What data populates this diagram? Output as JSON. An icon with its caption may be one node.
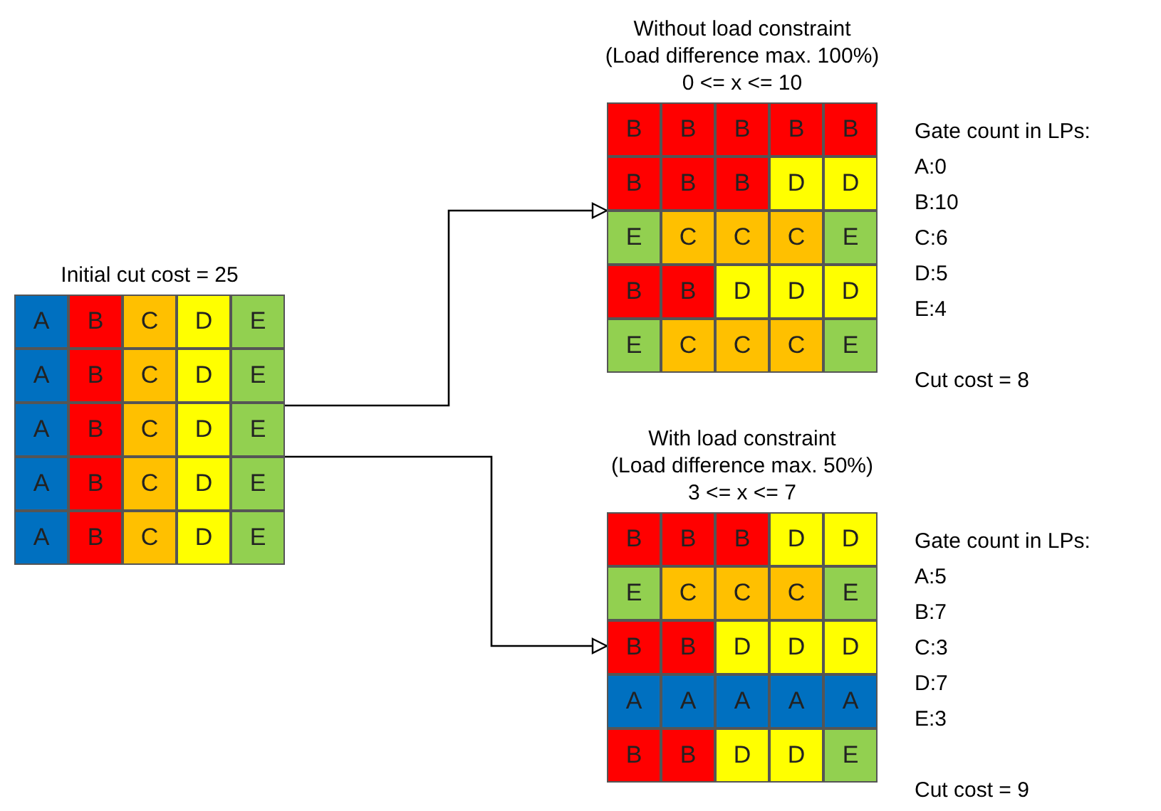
{
  "diagram": {
    "nodes": [
      {
        "text": [
          "Initial cut cost = 25"
        ]
      },
      {
        "text": [
          "A"
        ],
        "in": 0
      },
      {
        "text": [
          "B"
        ],
        "in": 0
      },
      {
        "text": [
          "C"
        ],
        "in": 0
      },
      {
        "text": [
          "D"
        ],
        "in": 0
      },
      {
        "text": [
          "E"
        ],
        "in": 0
      },
      {
        "text": [
          "A"
        ],
        "in": 0
      },
      {
        "text": [
          "B"
        ],
        "in": 0
      },
      {
        "text": [
          "C"
        ],
        "in": 0
      },
      {
        "text": [
          "D"
        ],
        "in": 0
      },
      {
        "text": [
          "E"
        ],
        "in": 0
      },
      {
        "text": [
          "A"
        ],
        "in": 0
      },
      {
        "text": [
          "B"
        ],
        "in": 0
      },
      {
        "text": [
          "C"
        ],
        "in": 0
      },
      {
        "text": [
          "D"
        ],
        "in": 0
      },
      {
        "text": [
          "E"
        ],
        "in": 0
      },
      {
        "text": [
          "A"
        ],
        "in": 0
      },
      {
        "text": [
          "B"
        ],
        "in": 0
      },
      {
        "text": [
          "C"
        ],
        "in": 0
      },
      {
        "text": [
          "D"
        ],
        "in": 0
      },
      {
        "text": [
          "E"
        ],
        "in": 0
      },
      {
        "text": [
          "A"
        ],
        "in": 0
      },
      {
        "text": [
          "B"
        ],
        "in": 0
      },
      {
        "text": [
          "C"
        ],
        "in": 0
      },
      {
        "text": [
          "D"
        ],
        "in": 0
      },
      {
        "text": [
          "E"
        ],
        "in": 0
      },
      {
        "text": [
          "Without load constraint",
          "(Load difference max. 100%)",
          "0 <= x <= 10"
        ],
        "beside": [
          "Gate count in LPs:",
          "A:0",
          "B:10",
          "C:6",
          "D:5",
          "E:4",
          "Cut cost = 8"
        ]
      },
      {
        "text": [
          "B"
        ],
        "in": 26
      },
      {
        "text": [
          "B"
        ],
        "in": 26
      },
      {
        "text": [
          "B"
        ],
        "in": 26
      },
      {
        "text": [
          "B"
        ],
        "in": 26
      },
      {
        "text": [
          "B"
        ],
        "in": 26
      },
      {
        "text": [
          "B"
        ],
        "in": 26
      },
      {
        "text": [
          "B"
        ],
        "in": 26
      },
      {
        "text": [
          "B"
        ],
        "in": 26
      },
      {
        "text": [
          "D"
        ],
        "in": 26
      },
      {
        "text": [
          "D"
        ],
        "in": 26
      },
      {
        "text": [
          "E"
        ],
        "in": 26
      },
      {
        "text": [
          "C"
        ],
        "in": 26
      },
      {
        "text": [
          "C"
        ],
        "in": 26
      },
      {
        "text": [
          "C"
        ],
        "in": 26
      },
      {
        "text": [
          "E"
        ],
        "in": 26
      },
      {
        "text": [
          "B"
        ],
        "in": 26
      },
      {
        "text": [
          "B"
        ],
        "in": 26
      },
      {
        "text": [
          "D"
        ],
        "in": 26
      },
      {
        "text": [
          "D"
        ],
        "in": 26
      },
      {
        "text": [
          "D"
        ],
        "in": 26
      },
      {
        "text": [
          "E"
        ],
        "in": 26
      },
      {
        "text": [
          "C"
        ],
        "in": 26
      },
      {
        "text": [
          "C"
        ],
        "in": 26
      },
      {
        "text": [
          "C"
        ],
        "in": 26
      },
      {
        "text": [
          "E"
        ],
        "in": 26
      },
      {
        "text": [
          "With load constraint",
          "(Load difference max. 50%)",
          "3 <= x <= 7"
        ],
        "beside": [
          "Gate count in LPs:",
          "A:5",
          "B:7",
          "C:3",
          "D:7",
          "E:3",
          "Cut cost = 9"
        ]
      },
      {
        "text": [
          "B"
        ],
        "in": 52
      },
      {
        "text": [
          "B"
        ],
        "in": 52
      },
      {
        "text": [
          "B"
        ],
        "in": 52
      },
      {
        "text": [
          "D"
        ],
        "in": 52
      },
      {
        "text": [
          "D"
        ],
        "in": 52
      },
      {
        "text": [
          "E"
        ],
        "in": 52
      },
      {
        "text": [
          "C"
        ],
        "in": 52
      },
      {
        "text": [
          "C"
        ],
        "in": 52
      },
      {
        "text": [
          "C"
        ],
        "in": 52
      },
      {
        "text": [
          "E"
        ],
        "in": 52
      },
      {
        "text": [
          "B"
        ],
        "in": 52
      },
      {
        "text": [
          "B"
        ],
        "in": 52
      },
      {
        "text": [
          "D"
        ],
        "in": 52
      },
      {
        "text": [
          "D"
        ],
        "in": 52
      },
      {
        "text": [
          "D"
        ],
        "in": 52
      },
      {
        "text": [
          "A"
        ],
        "in": 52
      },
      {
        "text": [
          "A"
        ],
        "in": 52
      },
      {
        "text": [
          "A"
        ],
        "in": 52
      },
      {
        "text": [
          "A"
        ],
        "in": 52
      },
      {
        "text": [
          "A"
        ],
        "in": 52
      },
      {
        "text": [
          "B"
        ],
        "in": 52
      },
      {
        "text": [
          "B"
        ],
        "in": 52
      },
      {
        "text": [
          "D"
        ],
        "in": 52
      },
      {
        "text": [
          "D"
        ],
        "in": 52
      },
      {
        "text": [
          "E"
        ],
        "in": 52
      }
    ],
    "edges": [
      {
        "from": 0,
        "to": 26,
        "arrow": "to"
      },
      {
        "from": 0,
        "to": 52,
        "arrow": "to"
      }
    ]
  }
}
